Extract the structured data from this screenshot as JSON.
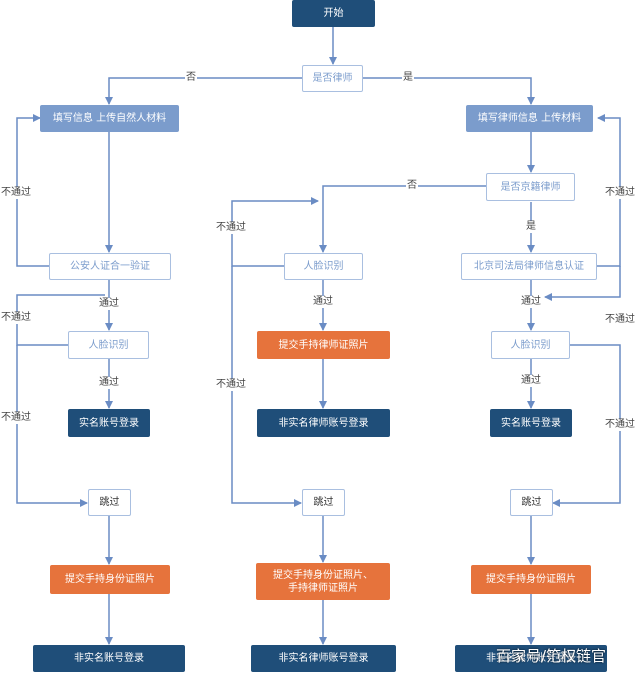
{
  "nodes": {
    "start": "开始",
    "is_lawyer": "是否律师",
    "fill_natural": "填写信息 上传自然人材料",
    "fill_lawyer": "填写律师信息 上传材料",
    "is_beijing": "是否京籍律师",
    "police_verify": "公安人证合一验证",
    "face_mid": "人脸识别",
    "face_right": "北京司法局律师信息认证",
    "face_left": "人脸识别",
    "submit_license_mid": "提交手持律师证照片",
    "face_right2": "人脸识别",
    "login_left": "实名账号登录",
    "login_mid": "非实名律师账号登录",
    "login_right": "实名账号登录",
    "skip_left": "跳过",
    "skip_mid": "跳过",
    "skip_right": "跳过",
    "submit_id_left": "提交手持身份证照片",
    "submit_id_mid": "提交手持身份证照片、\n手持律师证照片",
    "submit_id_right": "提交手持身份证照片",
    "final_left": "非实名账号登录",
    "final_mid": "非实名律师账号登录",
    "final_right": "非实名律师账号登录"
  },
  "labels": {
    "no_1": "否",
    "yes_1": "是",
    "no_2": "否",
    "yes_2": "是",
    "fail_l1": "不通过",
    "pass_l1": "通过",
    "fail_l2": "不通过",
    "pass_l2": "通过",
    "fail_l3": "不通过",
    "fail_m1": "不通过",
    "pass_m1": "通过",
    "fail_m2": "不通过",
    "fail_r1": "不通过",
    "pass_r1": "通过",
    "fail_r2": "不通过",
    "pass_r2": "通过",
    "fail_r3": "不通过"
  },
  "watermark": "百家号/笵权链官"
}
